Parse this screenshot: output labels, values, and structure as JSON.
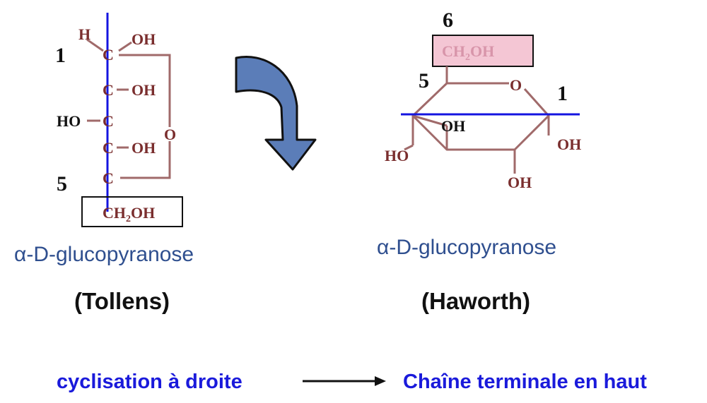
{
  "tollens": {
    "c1_h": "H",
    "c1_oh": "OH",
    "c1": "C",
    "c2": "C",
    "c2_oh": "OH",
    "c3": "C",
    "c3_ho": "HO",
    "c4": "C",
    "c4_oh": "OH",
    "c5": "C",
    "ring_o": "O",
    "c6_pre": "CH",
    "c6_sub": "2",
    "c6_post": "OH",
    "num_1": "1",
    "num_5": "5",
    "name": "α-D-glucopyranose",
    "projection": "(Tollens)"
  },
  "haworth": {
    "c6_pre": "CH",
    "c6_sub": "2",
    "c6_post": "OH",
    "ring_o": "O",
    "oh_c4": "OH",
    "ho_c4": "HO",
    "oh_c1": "OH",
    "oh_c2": "OH",
    "num_6": "6",
    "num_5": "5",
    "num_1": "1",
    "name": "α-D-glucopyranose",
    "projection": "(Haworth)"
  },
  "rule": {
    "left": "cyclisation à droite",
    "right": "Chaîne terminale en haut"
  },
  "colors": {
    "bond": "#a06a6a",
    "chem_text": "#7a2e2e",
    "axis_line": "#1414e0",
    "name_text": "#2f4f8f",
    "rule_text": "#1a1adb",
    "arrow_fill": "#5b7db8",
    "highlight_fill": "#f4c6d4"
  },
  "icons": {
    "curved_arrow": "curved-down-arrow-icon",
    "rule_arrow": "right-arrow-icon"
  }
}
